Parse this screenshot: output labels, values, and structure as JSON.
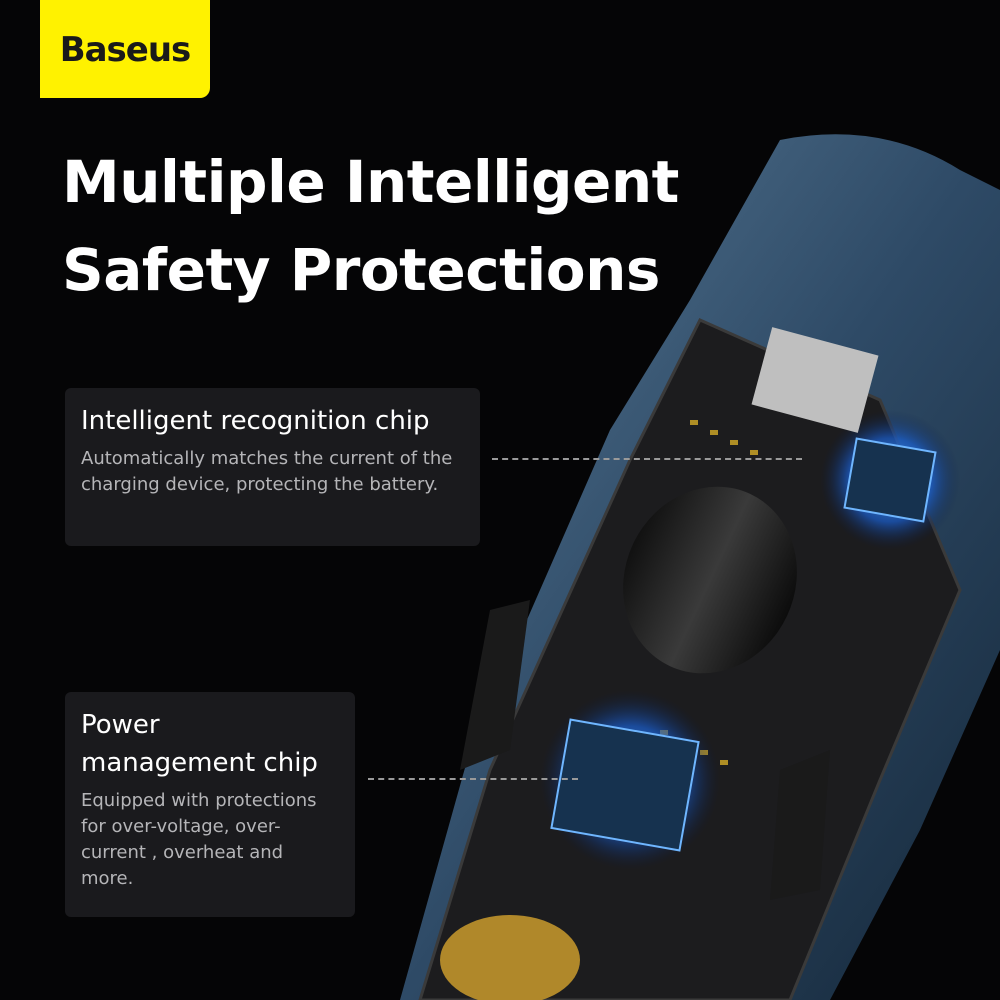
{
  "brand": {
    "logo_text": "Baseus",
    "logo_color": "#fff200"
  },
  "headline": {
    "line1": "Multiple Intelligent",
    "line2": "Safety Protections"
  },
  "features": [
    {
      "title": "Intelligent recognition chip",
      "description": "Automatically matches the current of the charging device, protecting the battery."
    },
    {
      "title": "Power management chip",
      "description": "Equipped with protections for over-voltage, over-current , overheat and more."
    }
  ],
  "colors": {
    "background": "#050506",
    "card": "#1a1a1d",
    "chip_glow": "#2f8cff",
    "shell": "#3a5a78"
  }
}
